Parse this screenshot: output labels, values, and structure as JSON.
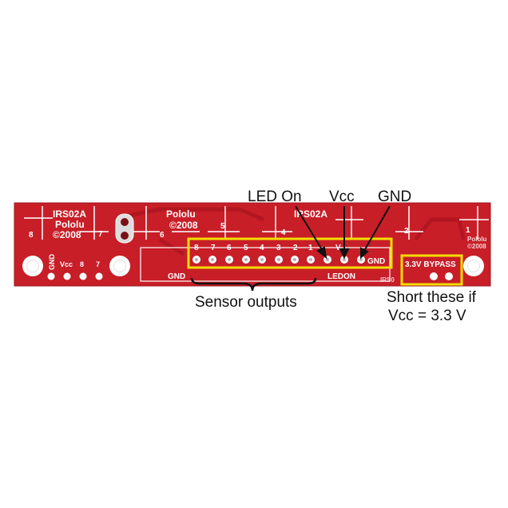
{
  "board": {
    "top_left_label": "IRS02A",
    "top_left_brand": "Pololu",
    "top_left_year": "©2008",
    "center_brand": "Pololu",
    "center_year": "©2008",
    "center_label": "IRS02A",
    "right_brand": "Pololu",
    "right_year": "©2008",
    "ledon_label": "LEDON",
    "gnd_left": "GND",
    "gnd_mid": "GND",
    "gnd_right": "GND",
    "vcc_left": "Vcc",
    "vcc_mid": "V",
    "bypass_label": "3.3V BYPASS",
    "bottom_tag": "IRS0",
    "left_pins": [
      "8",
      "7"
    ],
    "section_numbers": [
      "8",
      "7",
      "6",
      "5",
      "4",
      "2",
      "1"
    ],
    "sensor_pin_numbers": [
      "8",
      "7",
      "6",
      "5",
      "4",
      "3",
      "2",
      "1"
    ]
  },
  "annotations": {
    "led_on": "LED On",
    "vcc": "Vcc",
    "gnd": "GND",
    "sensor_outputs": "Sensor outputs",
    "short_line1": "Short these if",
    "short_line2": "Vcc = 3.3 V"
  },
  "colors": {
    "pcb": "#c81e28",
    "pcb_dark": "#9e141c",
    "highlight": "#f2dd00",
    "silkscreen": "#ffffff",
    "annotation_text": "#111111"
  }
}
